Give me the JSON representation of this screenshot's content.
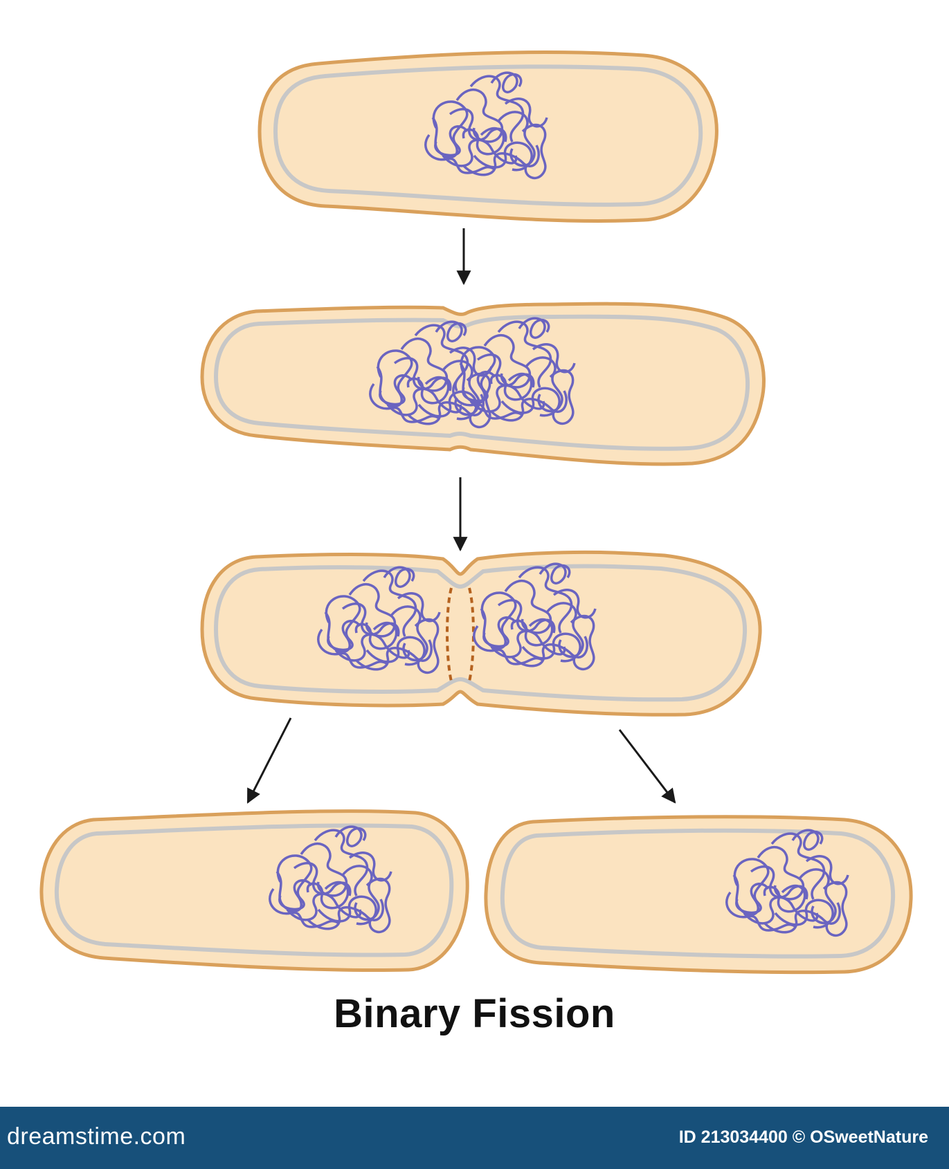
{
  "title": "Binary Fission",
  "footer": {
    "site": "dreamstime.com",
    "id_label": "ID 213034400 © OSweetNature",
    "background": "#17507a"
  },
  "colors": {
    "cell_outer": "#d9a05b",
    "cell_fill": "#fbe3c0",
    "membrane": "#c7c7c7",
    "dna": "#6a64c0",
    "septum": "#b5621f",
    "arrow": "#1a1a1a"
  },
  "stages": [
    {
      "name": "parent-cell",
      "nucleoids": 1
    },
    {
      "name": "elongated-cell",
      "nucleoids": 2
    },
    {
      "name": "septum-forming-cell",
      "nucleoids": 2
    },
    {
      "name": "daughter-cell-left",
      "nucleoids": 1
    },
    {
      "name": "daughter-cell-right",
      "nucleoids": 1
    }
  ]
}
